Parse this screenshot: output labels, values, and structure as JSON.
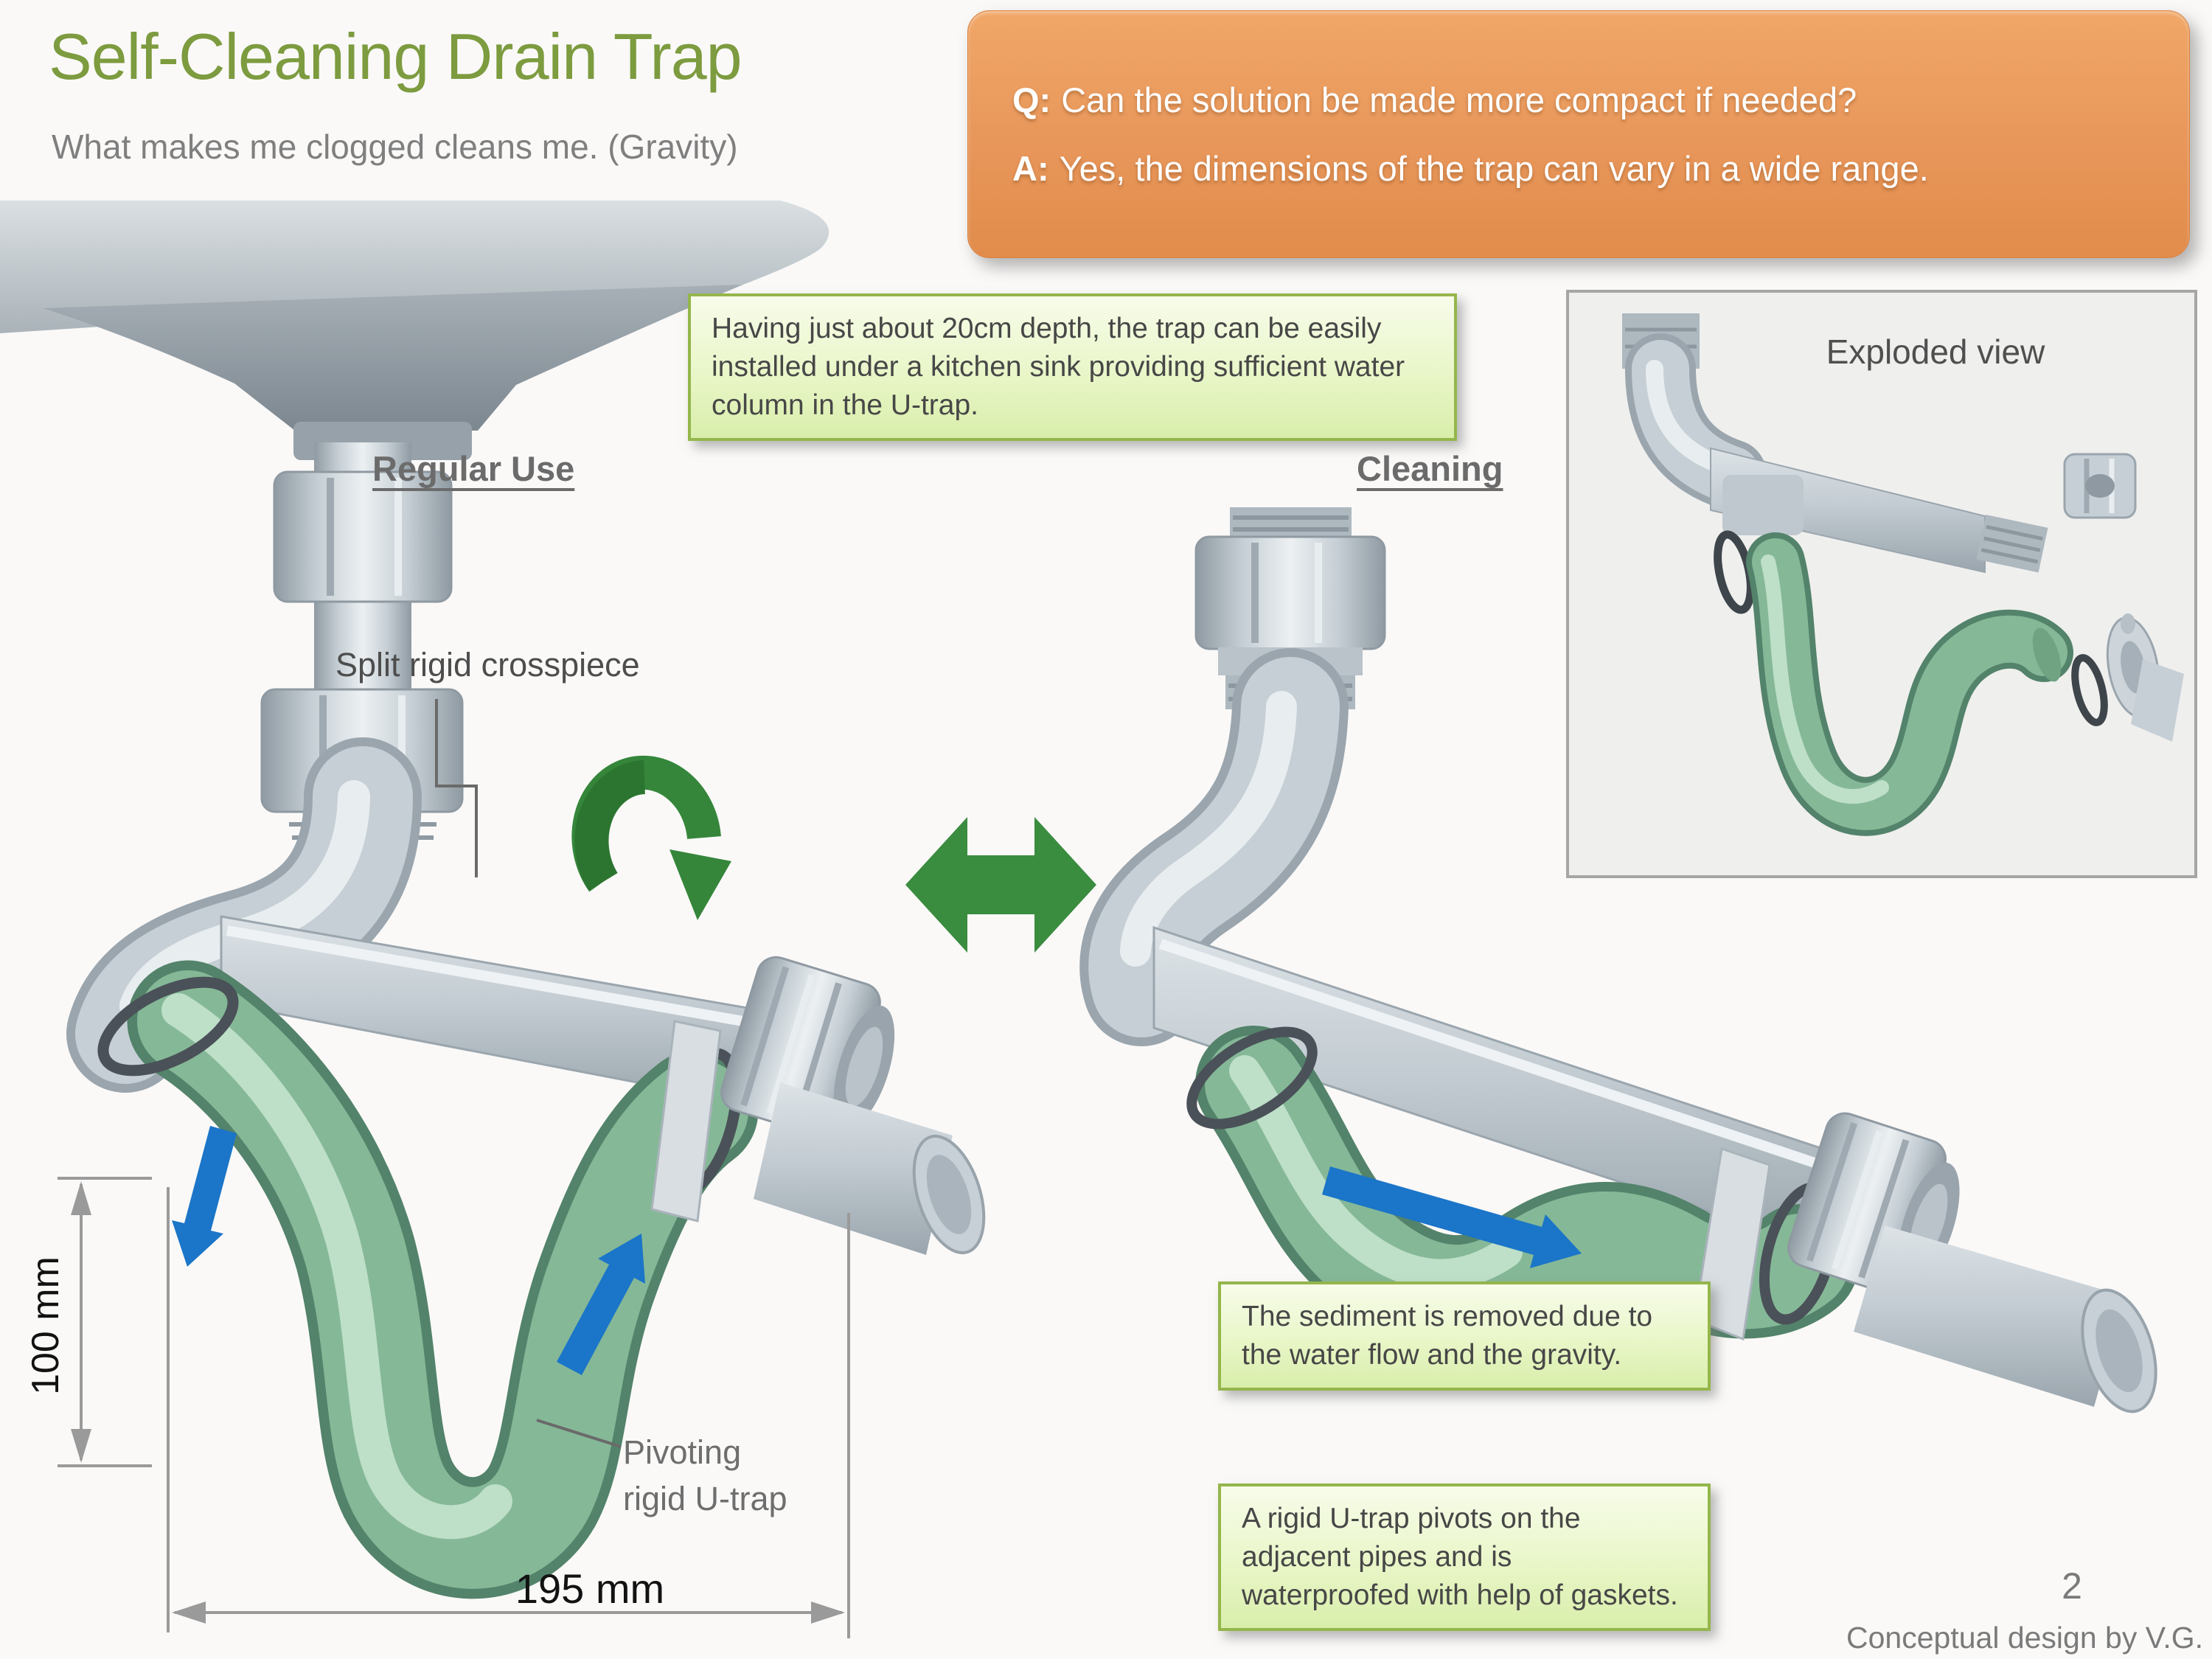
{
  "slide": {
    "title": "Self-Cleaning Drain Trap",
    "subtitle": "What makes me clogged cleans me. (Gravity)",
    "page_number": "2",
    "credit": "Conceptual design by V.G."
  },
  "qa_box": {
    "q_prefix": "Q:",
    "q_text": "Can the solution be made more compact if needed?",
    "a_prefix": "A:",
    "a_text": "Yes, the dimensions of the trap can vary in a wide range."
  },
  "notes": {
    "depth_note": "Having just about 20cm depth, the trap can be easily installed under a kitchen sink providing sufficient water column in the U-trap.",
    "sediment_note": "The sediment is removed due to the water flow and the gravity.",
    "pivot_note": "A rigid U-trap pivots on the adjacent pipes and is waterproofed with help of gaskets."
  },
  "views": {
    "regular_label": "Regular Use",
    "cleaning_label": "Cleaning",
    "exploded_label": "Exploded view"
  },
  "annotations": {
    "crosspiece_label": "Split rigid crosspiece",
    "utrap_label": "Pivoting\nrigid U-trap",
    "dim_height": "100 mm",
    "dim_width": "195 mm"
  },
  "icons": {
    "rotation_arrow": "curved-rotation-arrow",
    "swap_arrow": "double-headed-arrow",
    "flow_arrows": "water-flow-arrows"
  },
  "colors": {
    "title_green": "#7d9b3f",
    "qa_orange": "#e8965a",
    "note_fill": "#e9f6c8",
    "note_border": "#94b64b",
    "arrow_blue": "#1b75c8",
    "arrow_green": "#3a8c3f",
    "pipe_gray": "#c6cfd5",
    "trap_green": "#85b897",
    "gasket_dark": "#4a5158",
    "background": "#faf9f8"
  }
}
